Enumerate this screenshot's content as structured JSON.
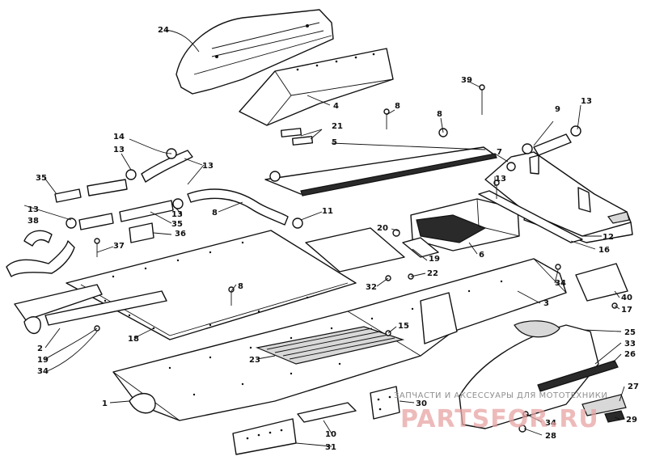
{
  "callouts": [
    "24",
    "4",
    "39",
    "8",
    "13",
    "9",
    "21",
    "5",
    "8",
    "14",
    "13",
    "13",
    "7",
    "35",
    "13",
    "8",
    "11",
    "13",
    "35",
    "13",
    "38",
    "36",
    "20",
    "12",
    "37",
    "16",
    "19",
    "6",
    "22",
    "8",
    "32",
    "34",
    "3",
    "40",
    "17",
    "18",
    "15",
    "2",
    "19",
    "34",
    "23",
    "25",
    "33",
    "26",
    "27",
    "1",
    "30",
    "29",
    "10",
    "34",
    "28",
    "31"
  ],
  "watermark": {
    "caption": "ЗАПЧАСТИ И АКСЕССУАРЫ ДЛЯ МОТОТЕХНИКИ",
    "logo": "PARTSFOR.RU"
  }
}
